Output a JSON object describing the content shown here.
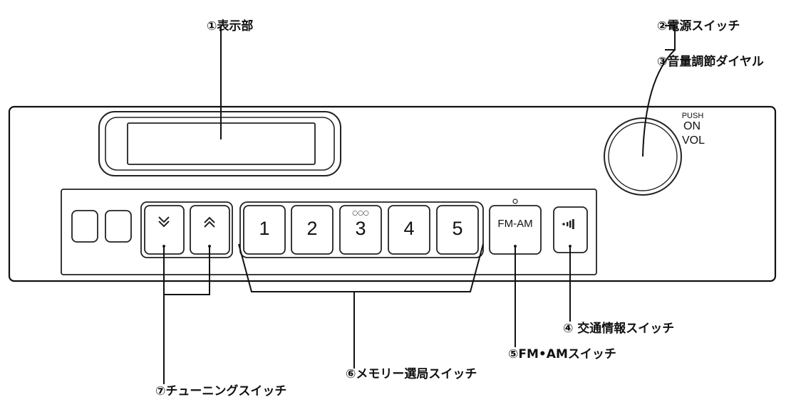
{
  "labels": {
    "display": "①表示部",
    "power": "②電源スイッチ",
    "volume": "③音量調節ダイヤル",
    "traffic": "④ 交通情報スイッチ",
    "fm_am": "⑤FM•AMスイッチ",
    "memory": "⑥メモリー選局スイッチ",
    "tuning": "⑦チューニングスイッチ"
  },
  "knob": {
    "push": "PUSH",
    "on": "ON",
    "vol": "VOL"
  },
  "buttons": {
    "tune_down": "chevron-down-icon",
    "tune_up": "chevron-up-icon",
    "presets": [
      "1",
      "2",
      "3",
      "4",
      "5"
    ],
    "preset3_mark": "○○○",
    "fm_am": "FM-AM",
    "traffic_icon": "signal-wave-icon"
  }
}
